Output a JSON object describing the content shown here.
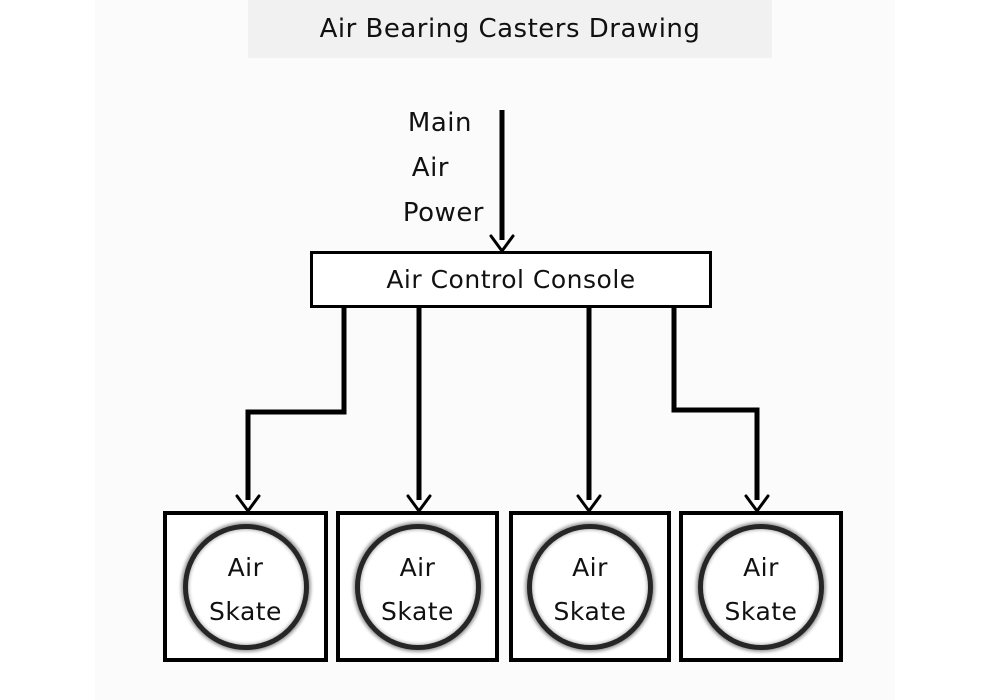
{
  "title": "Air Bearing Casters Drawing",
  "inlet": {
    "lines": [
      "Main",
      "Air",
      "Power"
    ]
  },
  "console": {
    "label": "Air Control Console"
  },
  "skates": [
    {
      "line1": "Air",
      "line2": "Skate"
    },
    {
      "line1": "Air",
      "line2": "Skate"
    },
    {
      "line1": "Air",
      "line2": "Skate"
    },
    {
      "line1": "Air",
      "line2": "Skate"
    }
  ],
  "colors": {
    "line": "#000000",
    "text": "#111111",
    "title_band": "#f1f1f1"
  }
}
